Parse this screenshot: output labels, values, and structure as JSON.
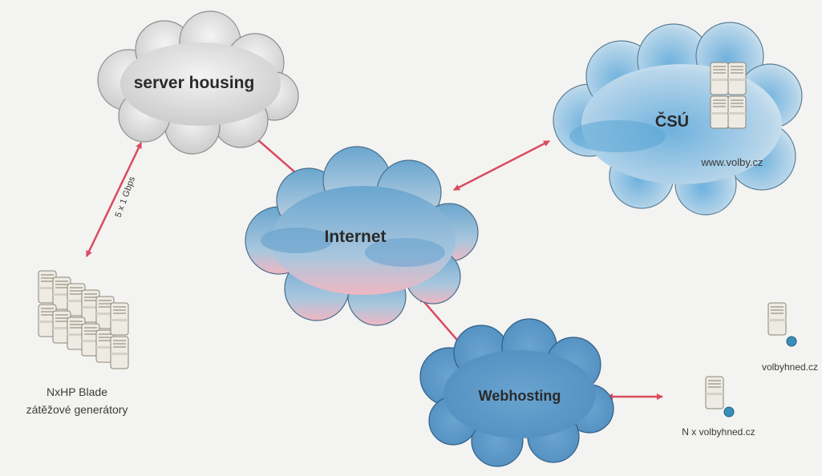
{
  "clouds": {
    "server_housing": {
      "label": "server housing",
      "color": "#d8d8d8"
    },
    "internet": {
      "label": "Internet",
      "color": "#7aaed0",
      "tint": "#e7b8c0"
    },
    "csu": {
      "label": "ČSÚ",
      "sublabel": "www.volby.cz",
      "color": "#8fc0e0"
    },
    "webhosting": {
      "label": "Webhosting",
      "color": "#5d9ac8"
    }
  },
  "link_label": "5 x 1 Gbps",
  "blade": {
    "line1": "NxHP Blade",
    "line2": "zátěžové generátory"
  },
  "mirror_single": "volbyhned.cz",
  "mirror_multi": "N x volbyhned.cz",
  "colors": {
    "arrow": "#d94b5f",
    "server": "#e8e4dc",
    "server_edge": "#8a8678",
    "disk": "#3a8fb8"
  }
}
